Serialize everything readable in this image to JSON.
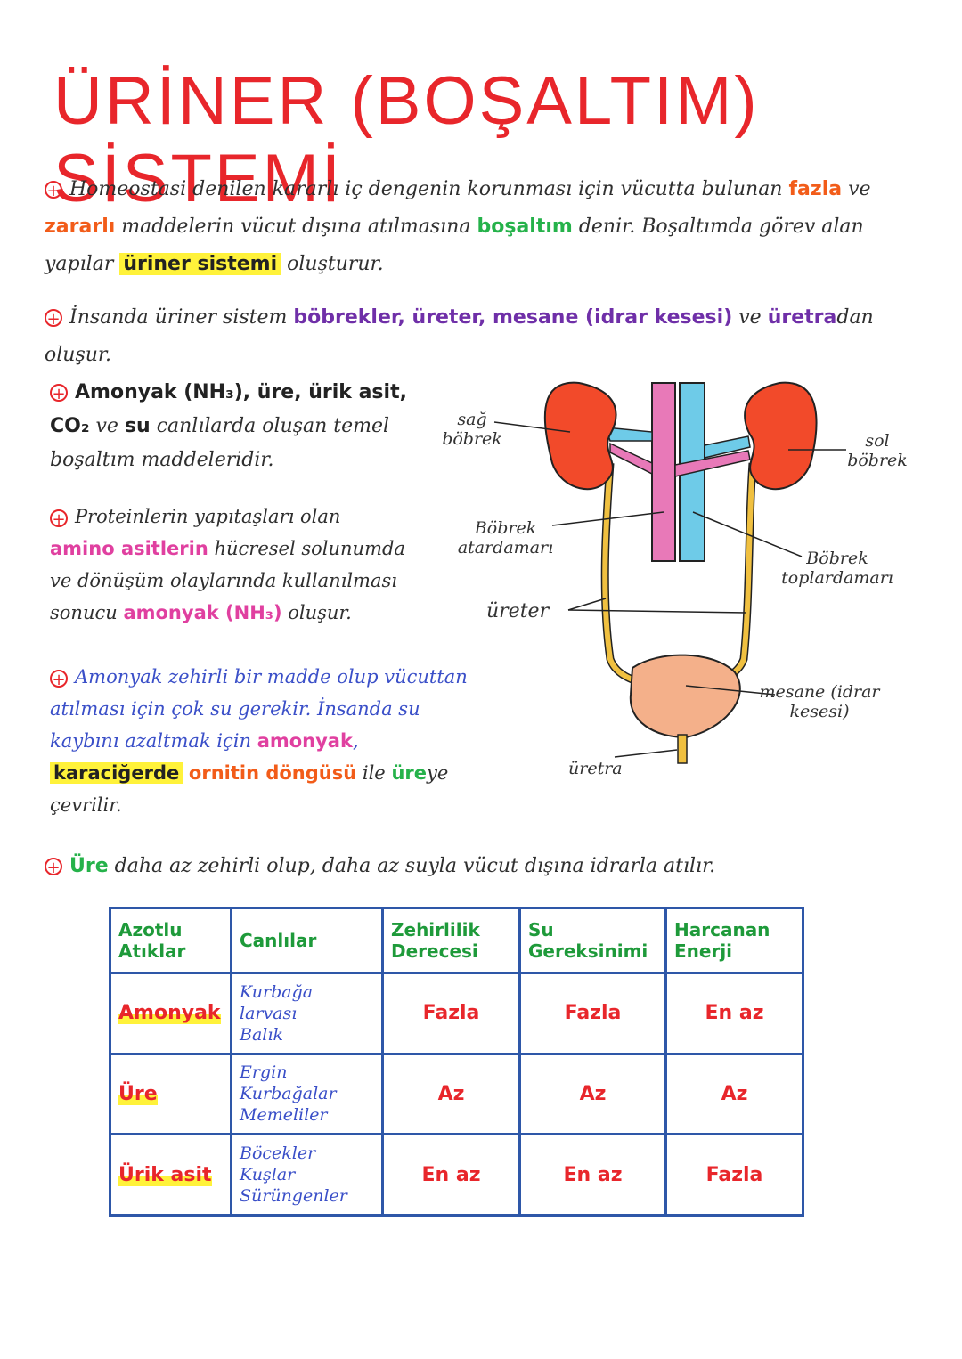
{
  "title": "ÜRİNER (BOŞALTIM) SİSTEMİ",
  "p1": {
    "a": "Homeostasi denilen kararlı iç dengenin korunması için vücutta bulunan",
    "fazla": "fazla",
    "ve": "ve",
    "zararli": "zararlı",
    "b": "maddelerin vücut dışına atılmasına",
    "bosaltim": "boşaltım",
    "c": "denir. Boşaltımda görev alan yapılar",
    "urinerSistemi": "üriner sistemi",
    "d": "oluşturur."
  },
  "p2": {
    "a": "İnsanda üriner sistem",
    "organs": "böbrekler, üreter, mesane (idrar kesesi)",
    "ve": "ve",
    "uretra": "üretra",
    "dan": "dan oluşur."
  },
  "p3": {
    "bold": "Amonyak (NH₃), üre, ürik asit, CO₂",
    "ve": "ve",
    "su": "su",
    "rest": "canlılarda oluşan temel boşaltım maddeleridir."
  },
  "p4": {
    "a": "Proteinlerin yapıtaşları olan",
    "amino": "amino asitlerin",
    "b": "hücresel solunumda ve dönüşüm olaylarında kullanılması sonucu",
    "amonyak": "amonyak (NH₃)",
    "c": "oluşur."
  },
  "p5": {
    "a": "Amonyak zehirli bir madde olup vücuttan atılması için çok su gerekir. İnsanda su kaybını azaltmak için",
    "amonyak": "amonyak",
    "karaciger": "karaciğerde",
    "ornitin": "ornitin döngüsü",
    "ile": "ile",
    "ure": "üre",
    "ye": "ye çevrilir."
  },
  "p6": {
    "ure": "Üre",
    "rest": "daha az zehirli olup, daha az suyla vücut dışına idrarla atılır."
  },
  "diagram": {
    "sag": "sağ böbrek",
    "sol": "sol böbrek",
    "atardamar": "Böbrek atardamarı",
    "toplardamar": "Böbrek toplardamarı",
    "ureter": "üreter",
    "mesane": "mesane (idrar kesesi)",
    "uretra": "üretra"
  },
  "table": {
    "headers": [
      "Azotlu Atıklar",
      "Canlılar",
      "Zehirlilik Derecesi",
      "Su Gereksinimi",
      "Harcanan Enerji"
    ],
    "rows": [
      {
        "name": "Amonyak",
        "orgs": [
          "Kurbağa larvası",
          "Balık"
        ],
        "tox": "Fazla",
        "water": "Fazla",
        "energy": "En az"
      },
      {
        "name": "Üre",
        "orgs": [
          "Ergin Kurbağalar",
          "Memeliler"
        ],
        "tox": "Az",
        "water": "Az",
        "energy": "Az"
      },
      {
        "name": "Ürik asit",
        "orgs": [
          "Böcekler",
          "Kuşlar",
          "Sürüngenler"
        ],
        "tox": "En az",
        "water": "En az",
        "energy": "Fazla"
      }
    ]
  },
  "colors": {
    "red": "#e8262b",
    "orange": "#f25c19",
    "green": "#25b24a",
    "purple": "#6f2fa8",
    "pink": "#e040a0",
    "blue": "#3a4fc8",
    "tableBorder": "#2e57a8",
    "highlight": "#fff23a"
  }
}
